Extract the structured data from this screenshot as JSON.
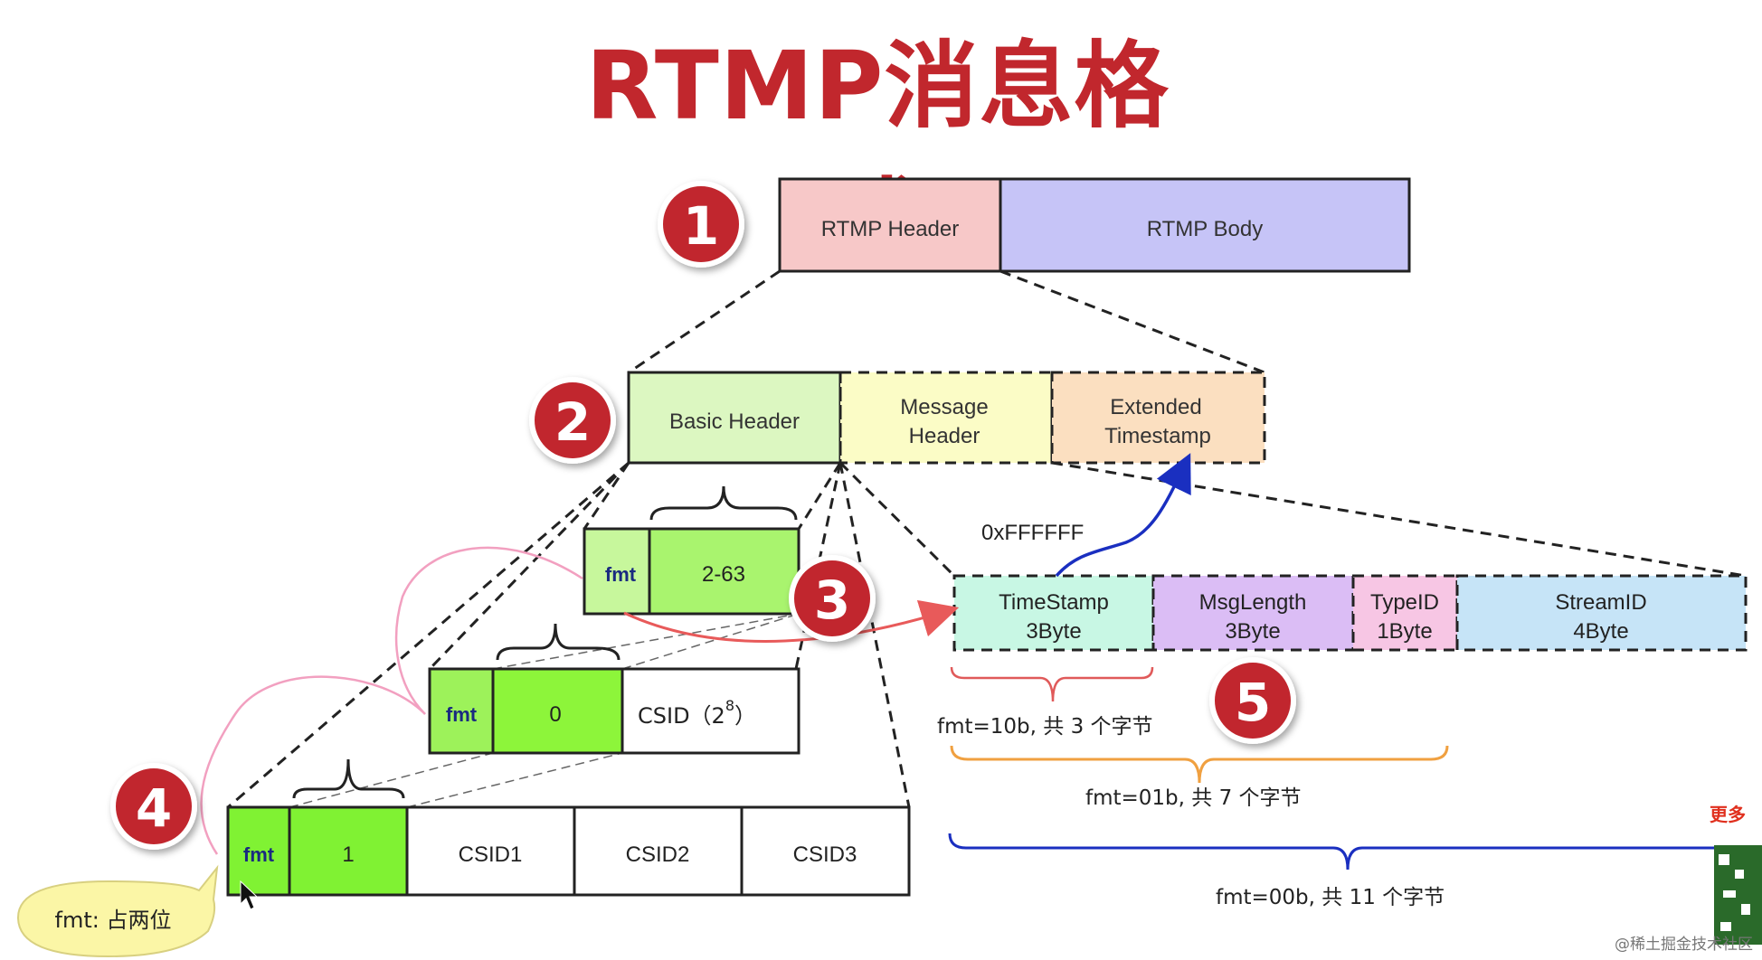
{
  "title": "RTMP消息格式",
  "colors": {
    "title": "#c1272d",
    "badge": "#c1272d",
    "rtmp_header": "#f7c8c8",
    "rtmp_body": "#c6c4f7",
    "basic_header": "#dcf7c1",
    "message_header": "#fbfcc6",
    "extended_timestamp": "#fbdfc0",
    "fmt_green": "#8df53a",
    "timestamp": "#c8f7e4",
    "msg_length": "#dbbdf5",
    "type_id": "#f7c6e4",
    "stream_id": "#c6e4f7",
    "brace_red": "#e05a5a",
    "brace_orange": "#f0a040",
    "brace_blue": "#1a2fc0",
    "arrow_blue": "#1a2fc0",
    "arrow_red": "#e85a5a",
    "tooltip": "#fbf6a6"
  },
  "badges": [
    "1",
    "2",
    "3",
    "4",
    "5"
  ],
  "level1": {
    "header": "RTMP Header",
    "body": "RTMP Body"
  },
  "level2": {
    "basic": "Basic Header",
    "message_line1": "Message",
    "message_line2": "Header",
    "extended_line1": "Extended",
    "extended_line2": "Timestamp"
  },
  "basic_formats": {
    "row1": {
      "fmt": "fmt",
      "value": "2-63"
    },
    "row2": {
      "fmt": "fmt",
      "value": "0",
      "csid": "CSID（2",
      "csid_exp": "8",
      "csid_close": "）"
    },
    "row3": {
      "fmt": "fmt",
      "value": "1",
      "cells": [
        "CSID1",
        "CSID2",
        "CSID3"
      ]
    }
  },
  "ext_ts_value": "0xFFFFFF",
  "message_fields": [
    {
      "line1": "TimeStamp",
      "line2": "3Byte"
    },
    {
      "line1": "MsgLength",
      "line2": "3Byte"
    },
    {
      "line1": "TypeID",
      "line2": "1Byte"
    },
    {
      "line1": "StreamID",
      "line2": "4Byte"
    }
  ],
  "fmt_notes": {
    "fmt10": "fmt=10b, 共 3 个字节",
    "fmt01": "fmt=01b, 共 7 个字节",
    "fmt00": "fmt=00b, 共 11 个字节"
  },
  "tooltip": "fmt: 占两位",
  "corner_text": "更多",
  "watermark": "@稀土掘金技术社区"
}
